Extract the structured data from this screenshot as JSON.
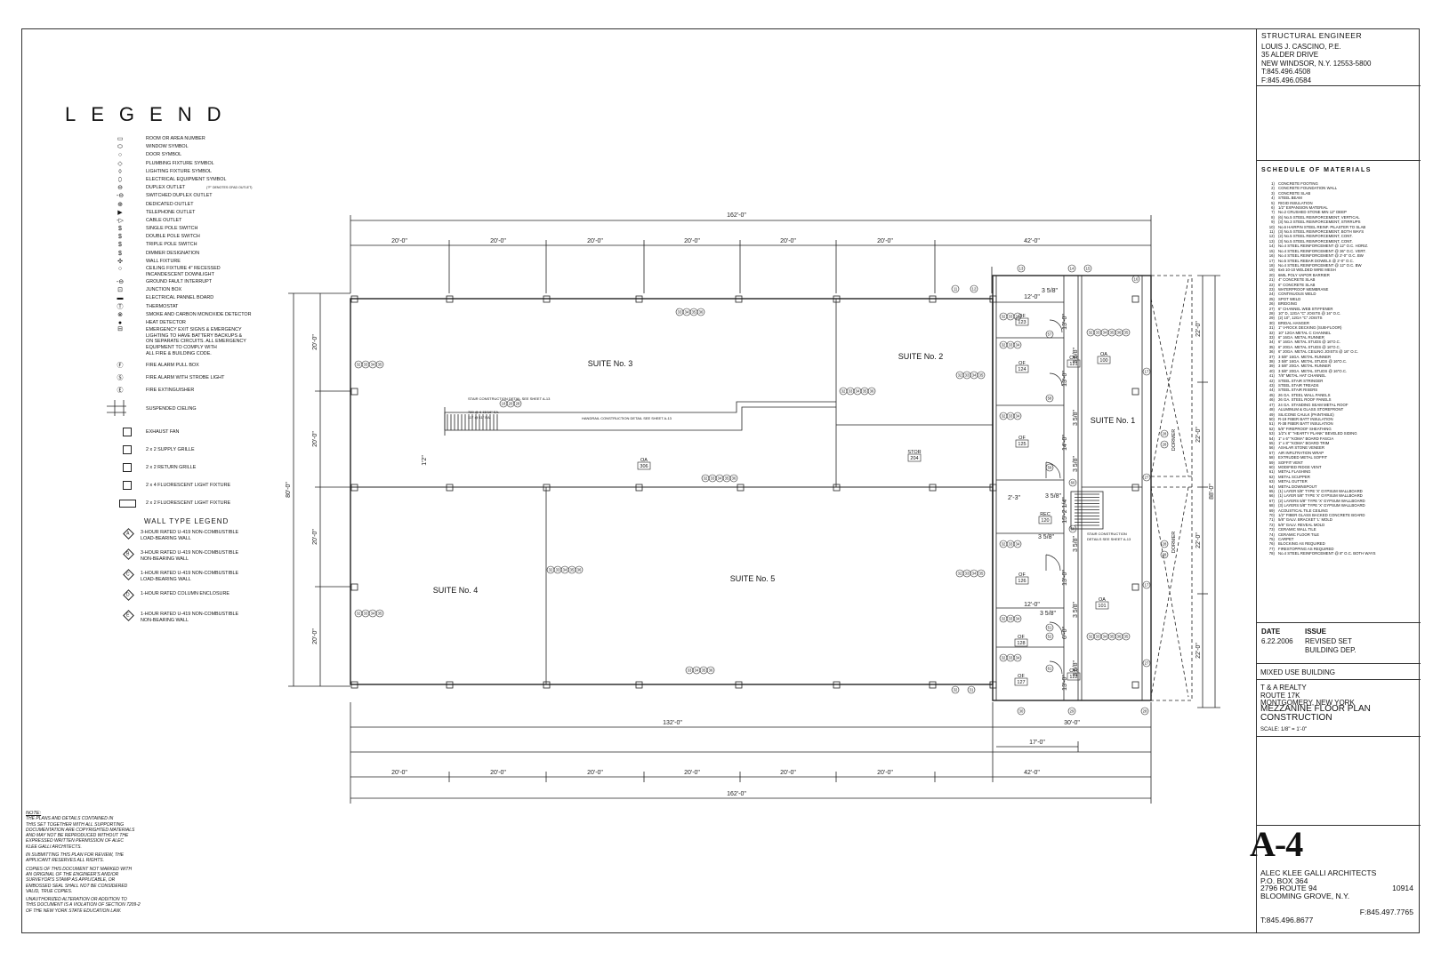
{
  "legend": {
    "title": "LEGEND",
    "items": [
      {
        "icon": "room-tag-icon",
        "sym": "▭",
        "label": "ROOM OR AREA NUMBER"
      },
      {
        "icon": "window-symbol-icon",
        "sym": "⬭",
        "label": "WINDOW SYMBOL"
      },
      {
        "icon": "door-symbol-icon",
        "sym": "○",
        "label": "DOOR SYMBOL"
      },
      {
        "icon": "plumbing-fixture-icon",
        "sym": "◇",
        "label": "PLUMBING FIXTURE SYMBOL"
      },
      {
        "icon": "lighting-fixture-icon",
        "sym": "◊",
        "label": "LIGHTING FIXTURE SYMBOL"
      },
      {
        "icon": "electrical-equipment-icon",
        "sym": "⬯",
        "label": "ELECTRICAL EQUIPMENT SYMBOL"
      },
      {
        "icon": "duplex-outlet-icon",
        "sym": "⊖",
        "label": "DUPLEX OUTLET",
        "note": "(\"F\" DENOTES GFAD OUTLET)"
      },
      {
        "icon": "switched-outlet-icon",
        "sym": "-⊖",
        "label": "SWITCHED DUPLEX OUTLET"
      },
      {
        "icon": "dedicated-outlet-icon",
        "sym": "⊕",
        "label": "DEDICATED OUTLET"
      },
      {
        "icon": "telephone-outlet-icon",
        "sym": "▶",
        "label": "TELEPHONE OUTLET"
      },
      {
        "icon": "cable-outlet-icon",
        "sym": "-▷",
        "label": "CABLE OUTLET"
      },
      {
        "icon": "single-pole-switch-icon",
        "sym": "$",
        "label": "SINGLE POLE SWITCH"
      },
      {
        "icon": "double-pole-switch-icon",
        "sym": "$",
        "label": "DOUBLE POLE SWITCH"
      },
      {
        "icon": "triple-pole-switch-icon",
        "sym": "$",
        "label": "TRIPLE POLE SWITCH"
      },
      {
        "icon": "dimmer-icon",
        "sym": "$",
        "label": "DIMMER DESIGNATION"
      },
      {
        "icon": "wall-fixture-icon",
        "sym": "✣",
        "label": "WALL FIXTURE"
      }
    ],
    "items2": [
      {
        "icon": "ceiling-fixture-icon",
        "sym": "○",
        "label": "CEILING FIXTURE 4\" RECESSED\nINCANDESCENT DOWNLIGHT"
      }
    ],
    "items3": [
      {
        "icon": "gfi-icon",
        "sym": "-⊖",
        "label": "GROUND FAULT INTERRUPT"
      },
      {
        "icon": "junction-box-icon",
        "sym": "⊡",
        "label": "JUNCTION BOX"
      },
      {
        "icon": "electrical-panel-icon",
        "sym": "▬",
        "label": "ELECTRICAL PANNEL BOARD"
      },
      {
        "icon": "thermostat-icon",
        "sym": "Ⓣ",
        "label": "THERMOSTAT"
      },
      {
        "icon": "smoke-detector-icon",
        "sym": "⊗",
        "label": "SMOKE AND CARBON MONOXIDE DETECTOR"
      },
      {
        "icon": "heat-detector-icon",
        "sym": "●",
        "label": "HEAT DETECTOR"
      }
    ],
    "exit_item": {
      "icon": "exit-sign-icon",
      "sym": "⊟",
      "label": "EMERGENCY EXIT SIGNS & EMERGENCY\nLIGHTING TO HAVE BATTERY BACKUPS &\nON SEPARATE CIRCUITS. ALL EMERGENCY\nEQUIPMENT TO COMPLY WITH\nALL FIRE & BUILDING CODE."
    },
    "items4": [
      {
        "icon": "fire-alarm-pull-icon",
        "sym": "Ⓕ",
        "label": "FIRE ALARM PULL BOX"
      },
      {
        "icon": "fire-alarm-strobe-icon",
        "sym": "Ⓢ",
        "label": "FIRE ALARM WITH STROBE LIGHT"
      },
      {
        "icon": "fire-extinguisher-icon",
        "sym": "Ⓔ",
        "label": "FIRE EXTINGUISHER"
      }
    ],
    "ceiling_label": "SUSPENDED CIELING",
    "items5": [
      {
        "icon": "exhaust-fan-icon",
        "kind": "box",
        "label": "EXHAUST FAN"
      },
      {
        "icon": "supply-grille-icon",
        "kind": "box",
        "label": "2 x 2 SUPPLY GRILLE"
      },
      {
        "icon": "return-grille-icon",
        "kind": "box",
        "label": "2 x 2 RETURN GRILLE"
      },
      {
        "icon": "fluorescent-2x4-icon",
        "kind": "box",
        "label": "2 x 4 FLUORESCENT LIGHT FIXTURE"
      },
      {
        "icon": "fluorescent-2x2-icon",
        "kind": "wide",
        "label": "2 x 2 FLUORESCENT LIGHT FIXTURE"
      }
    ]
  },
  "wall_type_legend": {
    "title": "WALL TYPE LEGEND",
    "items": [
      {
        "tag": "A",
        "label": "3-HOUR RATED U-419 NON-COMBUSTIBLE\nLOAD-BEARING WALL"
      },
      {
        "tag": "B",
        "label": "3-HOUR RATED U-419 NON-COMBUSTIBLE\nNON-BEARING WALL"
      },
      {
        "tag": "C",
        "label": "1-HOUR RATED U-419 NON-COMBUSTIBLE\nLOAD-BEARING WALL"
      },
      {
        "tag": "D",
        "label": "1-HOUR RATED COLUMN ENCLOSURE"
      },
      {
        "tag": "E",
        "label": "1-HOUR RATED U-419 NON-COMBUSTIBLE\nNON-BEARING WALL"
      }
    ]
  },
  "note": {
    "heading": "NOTE:",
    "paragraphs": [
      "THE PLANS AND DETAILS CONTAINED IN\nTHIS SET TOGETHER WITH ALL SUPPORTING\nDOCUMENTATION ARE COPYRIGHTED MATERIALS\nAND MAY NOT BE REPRODUCED WITHOUT THE\nEXPRESSED WRITTEN PERMISSION OF ALEC\nKLEE GALLI ARCHITECTS.",
      "IN SUBMITTING THIS PLAN FOR REVIEW, THE\nAPPLICANT RESERVES ALL RIGHTS.",
      "COPIES OF THIS DOCUMENT NOT MARKED WITH\nAN ORIGINAL OF THE ENGINEER'S AND/OR\nSURVEYOR'S STAMP AS APPLICABLE, OR\nEMBOSSED SEAL SHALL NOT BE CONSIDERED\nVALID, TRUE COPIES.",
      "UNAUTHORIZED ALTERATION OR ADDITION TO\nTHIS DOCUMENT IS A VIOLATION OF SECTION 7209-2\nOF THE NEW YORK STATE EDUCATION LAW."
    ]
  },
  "title_block": {
    "se_title": "STRUCTURAL ENGINEER",
    "se_info": "LOUIS J. CASCINO, P.E.\n35 ALDER DRIVE\nNEW WINDSOR, N.Y. 12553-5800\nT:845.496.4508\nF:845.496.0584",
    "som_title": "SCHEDULE OF MATERIALS",
    "som": [
      "CONCRETE FOOTING",
      "CONCRETE FOUNDATION WALL",
      "CONCRETE SLAB",
      "STEEL BEAM",
      "RIGID INSULATION",
      "1/2\" EXPANSION MATERIAL",
      "No.2 CRUSHED STONE MIN 12\" DEEP",
      "(6) No.5 STEEL REINFORCEMENT, VERTICAL",
      "(3) No.3 STEEL REINFORCEMENT, STIRRUPS",
      "No.6 HAIRPIN STEEL REINF. PILASTER TO SLAB",
      "(3) No.5 STEEL REINFORCEMENT, BOTH WAYS",
      "(2) No.5 STEEL REINFORCEMENT, CONT.",
      "(3) No.5 STEEL REINFORCEMENT, CONT.",
      "No.4 STEEL REINFORCEMENT @ 12\" O.C. HORIZ.",
      "No.4 STEEL REINFORCEMENT @ 36\" O.C. VERT.",
      "No.4 STEEL REINFORCEMENT @ 2'-0\" O.C. BW",
      "No.5 STEEL REBAR DOWELS @ 2'-0\" O.C.",
      "No.4 STEEL REINFORCEMENT @ 12\" O.C. BW",
      "6x6 10-10 WELDED WIRE MESH",
      "6MIL POLY VAPOR BARRIER",
      "4\" CONCRETE SLAB",
      "6\" CONCRETE SLAB",
      "WATERPROOF MEMBRANE",
      "CONTINUOUS WELD",
      "SPOT WELD",
      "BRIDGING",
      "6\" CHANNEL WEB STIFFENER",
      "10\" D, 12GA \"C\" JOISTS @ 16\" O.C.",
      "(2) 10\", 12GA \"C\" JOISTS",
      "BRIDAL HANGER",
      "1\" V-ROCK DECKING (SUB-FLOOR)",
      "10\" 12GA METAL C CHANNEL",
      "6\" 16GA. METAL RUNNER",
      "6\" 16GA. METAL STUDS @ 16\"O.C.",
      "6\" 20GA. METAL STUDS @ 16\"O.C.",
      "6\" 20GA. METAL CEILING JOISTS @ 16\" O.C.",
      "3 5/8\" 16GA. METAL RUNNER",
      "3 5/8\" 16GA. METAL STUDS @ 16\"O.C.",
      "3 5/8\" 20GA. METAL RUNNER",
      "3 5/8\" 20GA. METAL STUDS @ 16\"O.C.",
      "7/8\" METAL HAT CHANNEL",
      "STEEL STAIR STRINGER",
      "STEEL STAIR TREADS",
      "STEEL STAIR RISERS",
      "26 GA. STEEL WALL PANELS",
      "26 GA. STEEL ROOF PANELS",
      "24 GA. STANDING SEAM METAL ROOF",
      "ALUMINUM & GLASS STOREFRONT",
      "SILICONE CAULK (PAINTABLE)",
      "R-19 FIBER BATT INSULATION",
      "R-38 FIBER BATT INSULATION",
      "5/8\" FIREPROOF SHEATHING",
      "1/2\"x 6\" \"HEARTY PLANK\" BEVELED SIDING",
      "1\" x 6\" \"KOMA\" BOARD FASCIA",
      "1\" x 8\" \"KOMA\" BOARD TRIM",
      "ASHLAR STONE VENEER",
      "AIR INFILTRATION WRAP",
      "EXTRUDED METAL SOFFIT",
      "SOFFIT VENT",
      "MODIFIED RIDGE VENT",
      "METAL FLASHING",
      "METAL SCUPPER",
      "METAL GUTTER",
      "METAL DOWNSPOUT",
      "(1) LAYER 5/8\" TYPE 'X' GYPSUM WALLBOARD",
      "(1) LAYER 5/8\" TYPE 'X' GYPSUM WALLBOARD",
      "(2) LAYERS 5/8\" TYPE 'X' GYPSUM WALLBOARD",
      "(3) LAYERS 5/8\" TYPE 'X' GYPSUM WALLBOARD",
      "ACOUSTICAL TILE CEILING",
      "1/2\" FIBER GLASS BACKED CONCRETE BOARD",
      "5/8\" GALV. BRACKET 'L' MOLD",
      "5/8\" GALV. REVEAL MOLD",
      "CERAMIC WALL TILE",
      "CERAMIC FLOOR TILE",
      "CARPET",
      "BLOCKING AS REQUIRED",
      "FIRESTOPPING AS REQUIRED",
      "No.4 STEEL REINFORCEMENT @ 8\" O.C. BOTH WAYS"
    ],
    "date_h": "DATE",
    "issue_h": "ISSUE",
    "date": "6.22.2006",
    "issue": "REVISED SET\nBUILDING DEP.",
    "project": "MIXED USE BUILDING",
    "client": "T & A REALTY\nROUTE 17K\nMONTGOMERY, NEW YORK",
    "drawing": "MEZZANINE FLOOR PLAN\nCONSTRUCTION",
    "scale": "SCALE: 1/8\" = 1'-0\"",
    "sheet": "A-4",
    "architect": "ALEC KLEE GALLI ARCHITECTS\nP.O. BOX 364\n2796 ROUTE 94\nBLOOMING GROVE, N.Y.",
    "zip": "10914",
    "arch_tel": "T:845.496.8677",
    "arch_fax": "F:845.497.7765"
  },
  "plan": {
    "dims": {
      "overall": "162'-0\"",
      "bay": "20'-0\"",
      "east": "42'-0\"",
      "bottom_main": "132'-0\"",
      "bottom_core": "30'-0\"",
      "bottom_17": "17'-0\"",
      "left_total": "80'-0\"",
      "right_total": "88'-0\"",
      "right_22": "22'-0\"",
      "stair_2": "1'2\"",
      "d_1358": "3 5/8\"",
      "d_1202": "12'-0\"",
      "d_1302": "13'-0\"",
      "d_1402": "14'-0\"",
      "d_1514": "15'-2 1/4\"",
      "d_0202": "2'-3\"",
      "d_0602": "6'-0\""
    },
    "rooms": {
      "suite1": "SUITE No. 1",
      "suite2": "SUITE No. 2",
      "suite3": "SUITE No. 3",
      "suite4": "SUITE No. 4",
      "suite5": "SUITE No. 5",
      "oa": "OA",
      "of": "OF",
      "stor": "STOR",
      "rec": "REC",
      "cir": "CIR",
      "dormer": "DORMER",
      "n306": "306",
      "n204": "204",
      "n100": "100",
      "n101": "101",
      "n121": "121",
      "n122": "122",
      "n120": "120",
      "n123": "123",
      "n124": "124",
      "n125": "125",
      "n126": "126",
      "n127": "127",
      "n128": "128"
    },
    "notes": {
      "stair_detail": "STAIR CONSTRUCTION DETAIL SEE SHEET A-13",
      "handrail_detail": "HANDRAIL CONSTRUCTION DETAIL SEE SHEET A-13",
      "stair_details": "STAIR CONSTRUCTION\nDETAILS SEE SHEET A-13",
      "riser_note": "789 @ 6 15/16\" EA.",
      "tread_note": "117 @ 11\" EA."
    },
    "tags": {
      "t13": "13",
      "t14": "14",
      "t15": "15",
      "t12": "12",
      "t11": "11",
      "t16": "16",
      "t17": "17",
      "t18": "18",
      "t20": "20",
      "t27": "27",
      "t28": "28",
      "t29": "29",
      "t30": "30",
      "t31": "31",
      "t32": "32",
      "t33": "33",
      "t34": "34",
      "t35": "35",
      "t36": "36",
      "t51": "51",
      "t52": "52",
      "t57": "57",
      "t58": "58",
      "t59": "59",
      "t60": "60",
      "t61": "61"
    }
  }
}
